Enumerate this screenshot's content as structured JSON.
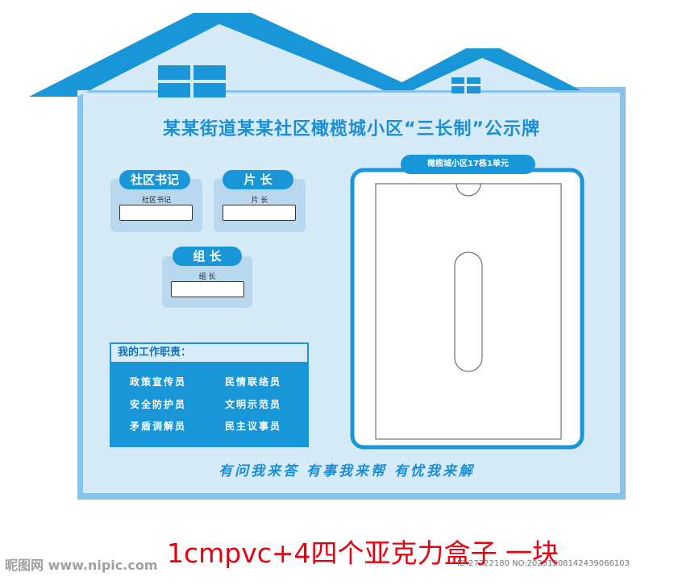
{
  "board": {
    "title": "某某街道某某社区橄榄城小区“三长制”公示牌",
    "roles": [
      {
        "pill": "社区书记",
        "label": "社区书记"
      },
      {
        "pill": "片 长",
        "label": "片 长"
      },
      {
        "pill": "组 长",
        "label": "组 长"
      }
    ],
    "responsibilities": {
      "heading": "我的工作职责：",
      "items": [
        "政策宣传员",
        "民情联络员",
        "安全防护员",
        "文明示范员",
        "矛盾调解员",
        "民主议事员"
      ]
    },
    "frame_label": "橄榄城小区17栋1单元",
    "slogan": "有问我来答  有事我来帮  有忧我来解"
  },
  "caption": "1cmpvc+4四个亚克力盒子    一块",
  "watermark": {
    "left": "昵图网 www.nipic.com",
    "right": "ID:27222180 NO:20231208142439066103"
  },
  "colors": {
    "primary": "#1896d8",
    "board_bg": "#d6eaf8",
    "border": "#85c3ea",
    "caption": "#e8000f"
  }
}
